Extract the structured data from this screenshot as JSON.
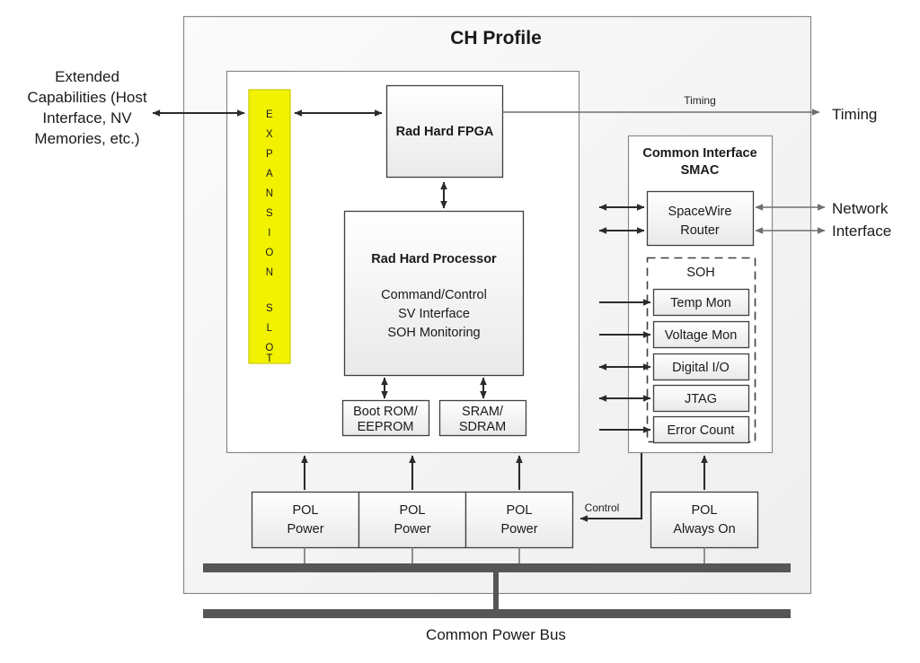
{
  "diagram": {
    "title": "CH Profile",
    "bottom_bus_label": "Common Power Bus",
    "external_labels": {
      "left": "Extended Capabilities (Host Interface, NV Memories, etc.)",
      "left_lines": [
        "Extended",
        "Capabilities (Host",
        "Interface, NV",
        "Memories, etc.)"
      ],
      "timing": "Timing",
      "network": "Network",
      "interface": "Interface"
    },
    "wire_labels": {
      "timing": "Timing",
      "control": "Control"
    },
    "expansion_slot": {
      "letters": [
        "E",
        "X",
        "P",
        "A",
        "N",
        "S",
        "I",
        "O",
        "N",
        "",
        "S",
        "L",
        "O",
        "T"
      ],
      "color": "#f2f200"
    },
    "fpga": {
      "label": "Rad Hard FPGA"
    },
    "processor": {
      "title": "Rad Hard Processor",
      "lines": [
        "Command/Control",
        "SV Interface",
        "SOH Monitoring"
      ]
    },
    "memories": [
      {
        "lines": [
          "Boot ROM/",
          "EEPROM"
        ]
      },
      {
        "lines": [
          "SRAM/",
          "SDRAM"
        ]
      }
    ],
    "smac": {
      "title_lines": [
        "Common Interface",
        "SMAC"
      ],
      "router_lines": [
        "SpaceWire",
        "Router"
      ],
      "soh_title": "SOH",
      "soh_items": [
        {
          "label": "Temp Mon",
          "arrow": "right"
        },
        {
          "label": "Voltage Mon",
          "arrow": "right"
        },
        {
          "label": "Digital I/O",
          "arrow": "both"
        },
        {
          "label": "JTAG",
          "arrow": "both"
        },
        {
          "label": "Error Count",
          "arrow": "right"
        }
      ]
    },
    "power": {
      "pol_boxes": [
        {
          "lines": [
            "POL",
            "Power"
          ]
        },
        {
          "lines": [
            "POL",
            "Power"
          ]
        },
        {
          "lines": [
            "POL",
            "Power"
          ]
        }
      ],
      "always_on": {
        "lines": [
          "POL",
          "Always On"
        ]
      }
    }
  }
}
